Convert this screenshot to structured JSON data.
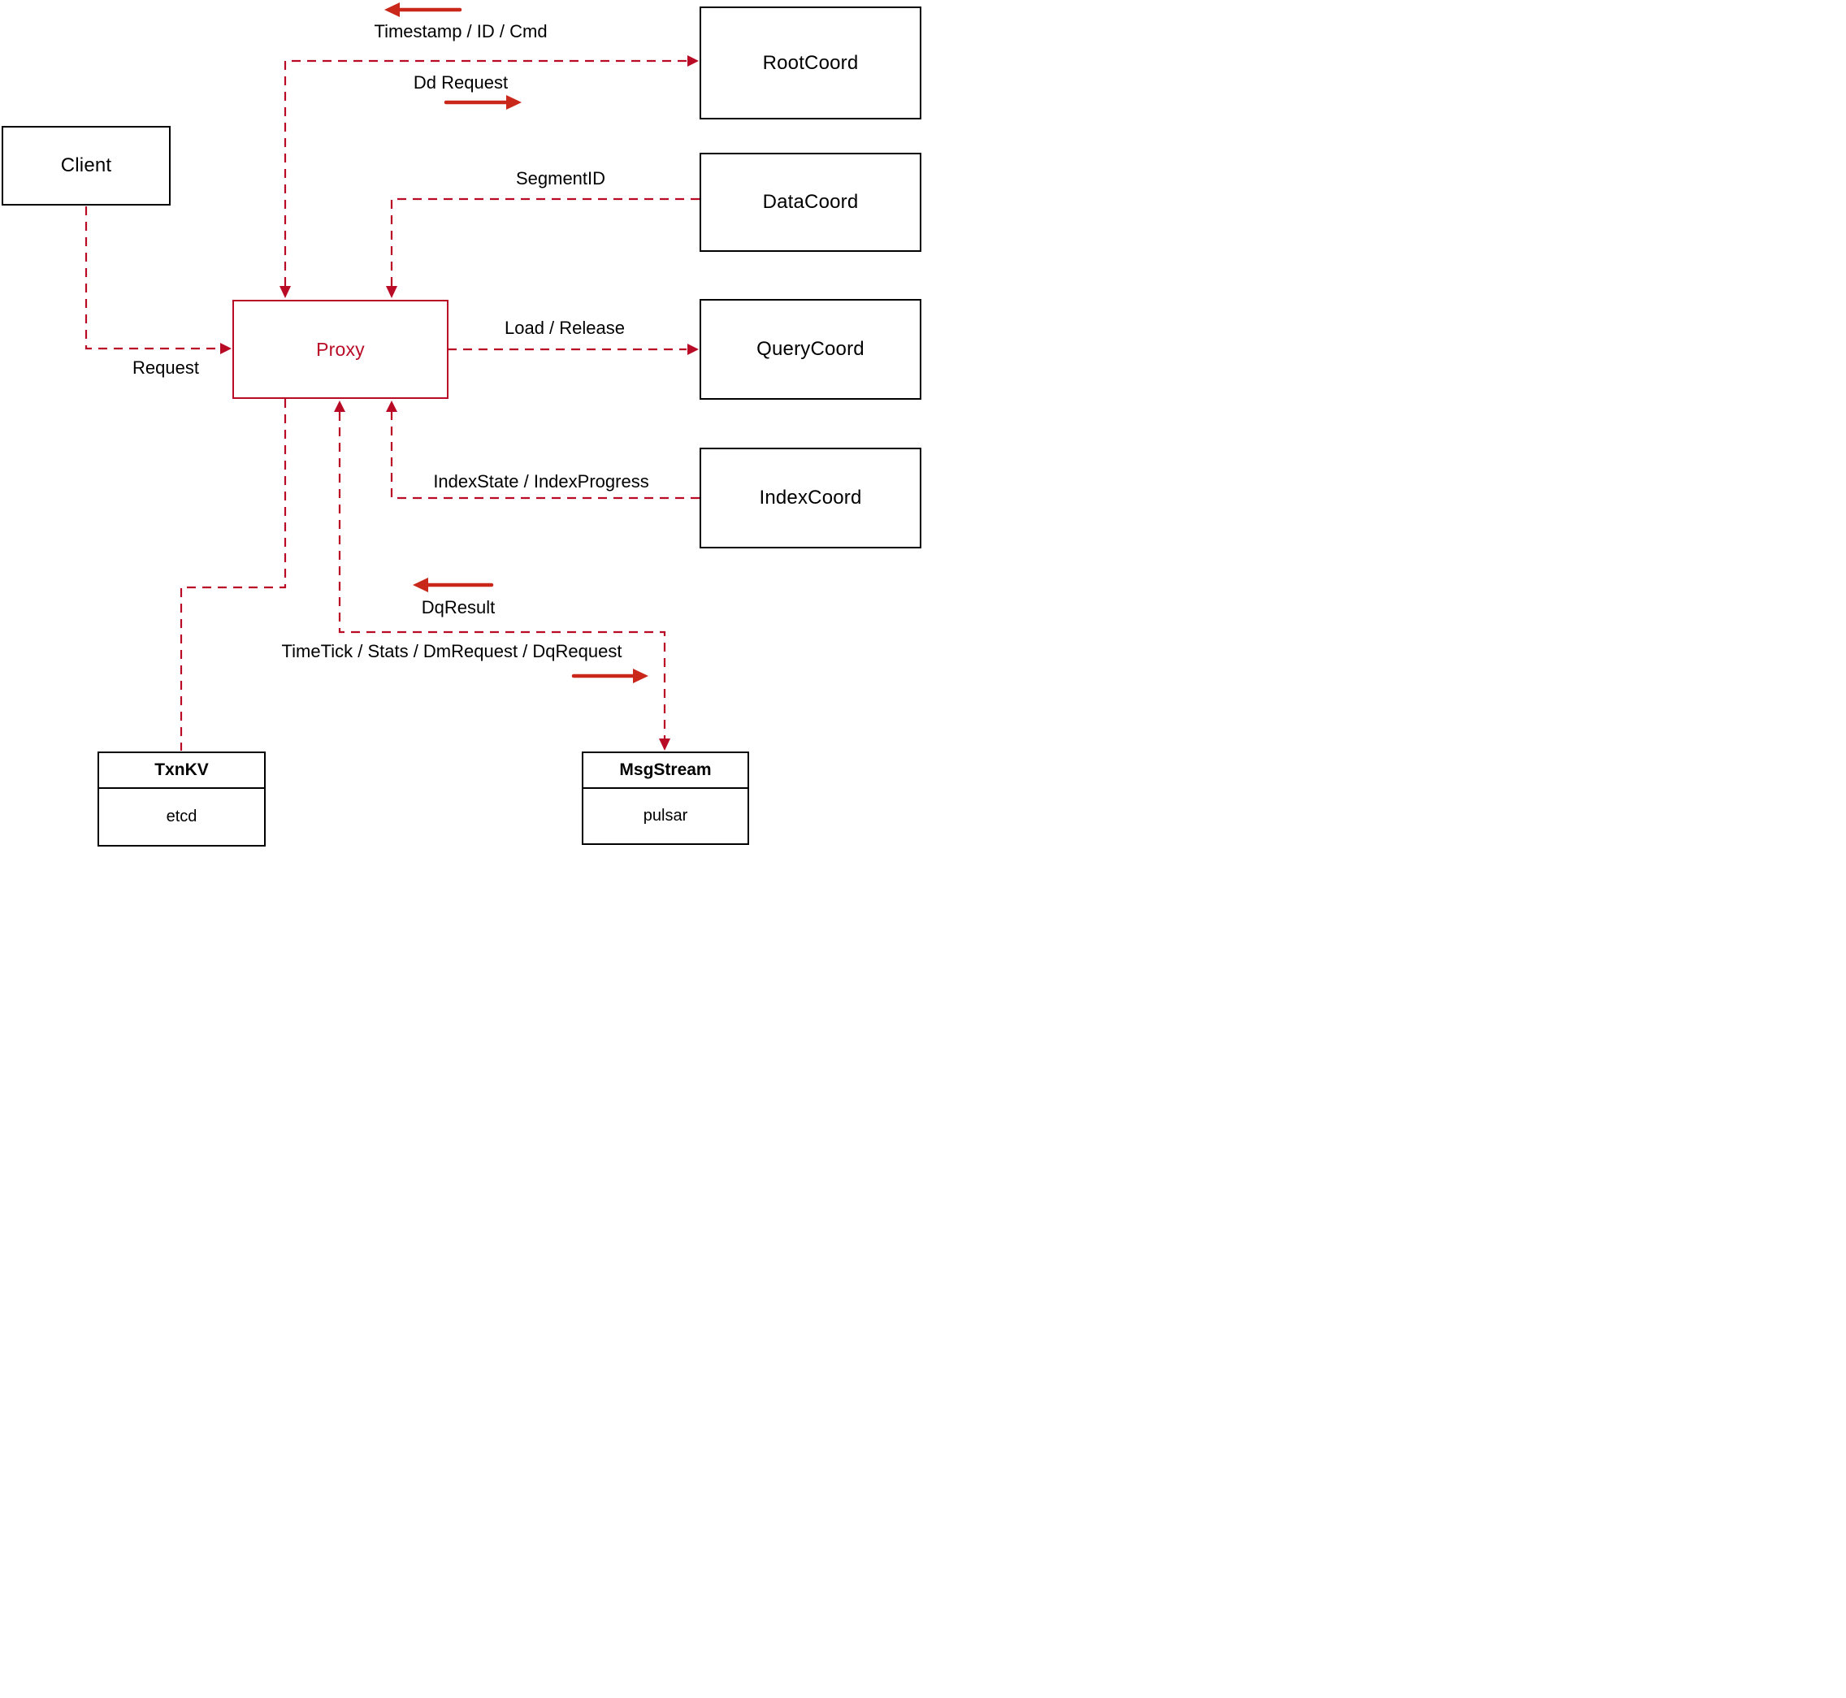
{
  "diagram": {
    "background": "#ffffff",
    "nodes": {
      "client": {
        "label": "Client"
      },
      "proxy": {
        "label": "Proxy"
      },
      "root_coord": {
        "label": "RootCoord"
      },
      "data_coord": {
        "label": "DataCoord"
      },
      "query_coord": {
        "label": "QueryCoord"
      },
      "index_coord": {
        "label": "IndexCoord"
      },
      "txn_kv": {
        "title": "TxnKV",
        "implementation": "etcd"
      },
      "msg_stream": {
        "title": "MsgStream",
        "implementation": "pulsar"
      }
    },
    "edge_labels": {
      "timestamp": "Timestamp / ID / Cmd",
      "dd_request": "Dd Request",
      "segment_id": "SegmentID",
      "load_release": "Load / Release",
      "index_state": "IndexState / IndexProgress",
      "request": "Request",
      "dq_result": "DqResult",
      "time_tick": "TimeTick / Stats / DmRequest / DqRequest"
    },
    "colors": {
      "connector_red": "#b90b26",
      "arrow_red": "#c9271a",
      "border_black": "#000000",
      "text_black": "#000000"
    }
  }
}
